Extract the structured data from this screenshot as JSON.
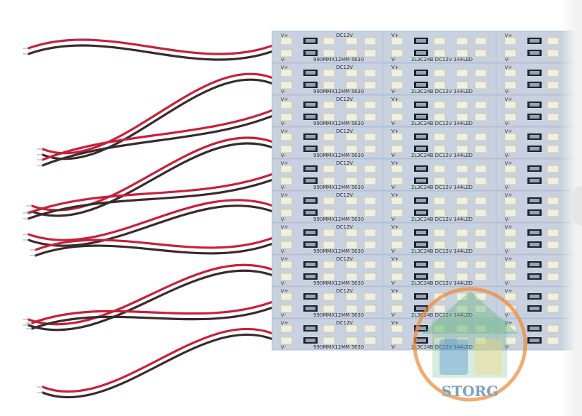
{
  "image": {
    "alt": "Several rigid LED light strips with red and black wires",
    "strip_labels": {
      "voltage_plus": "V+",
      "voltage_minus": "V-",
      "dc": "DC12V",
      "model": "990MMX12MM 5630",
      "mid_code": "2L3C24B DC12V 144LED"
    },
    "watermark": {
      "text": "STORG"
    }
  },
  "colors": {
    "board": "#c8d1df",
    "board_edge": "#b6c0d1",
    "led": "#f1f0df",
    "led_border": "#c9c4a8",
    "wire_red": "#c8203a",
    "wire_black": "#3a2a2c",
    "watermark_orange": "#ef8a3a",
    "watermark_green": "#5fb27a",
    "watermark_blue": "#4a90c8"
  }
}
